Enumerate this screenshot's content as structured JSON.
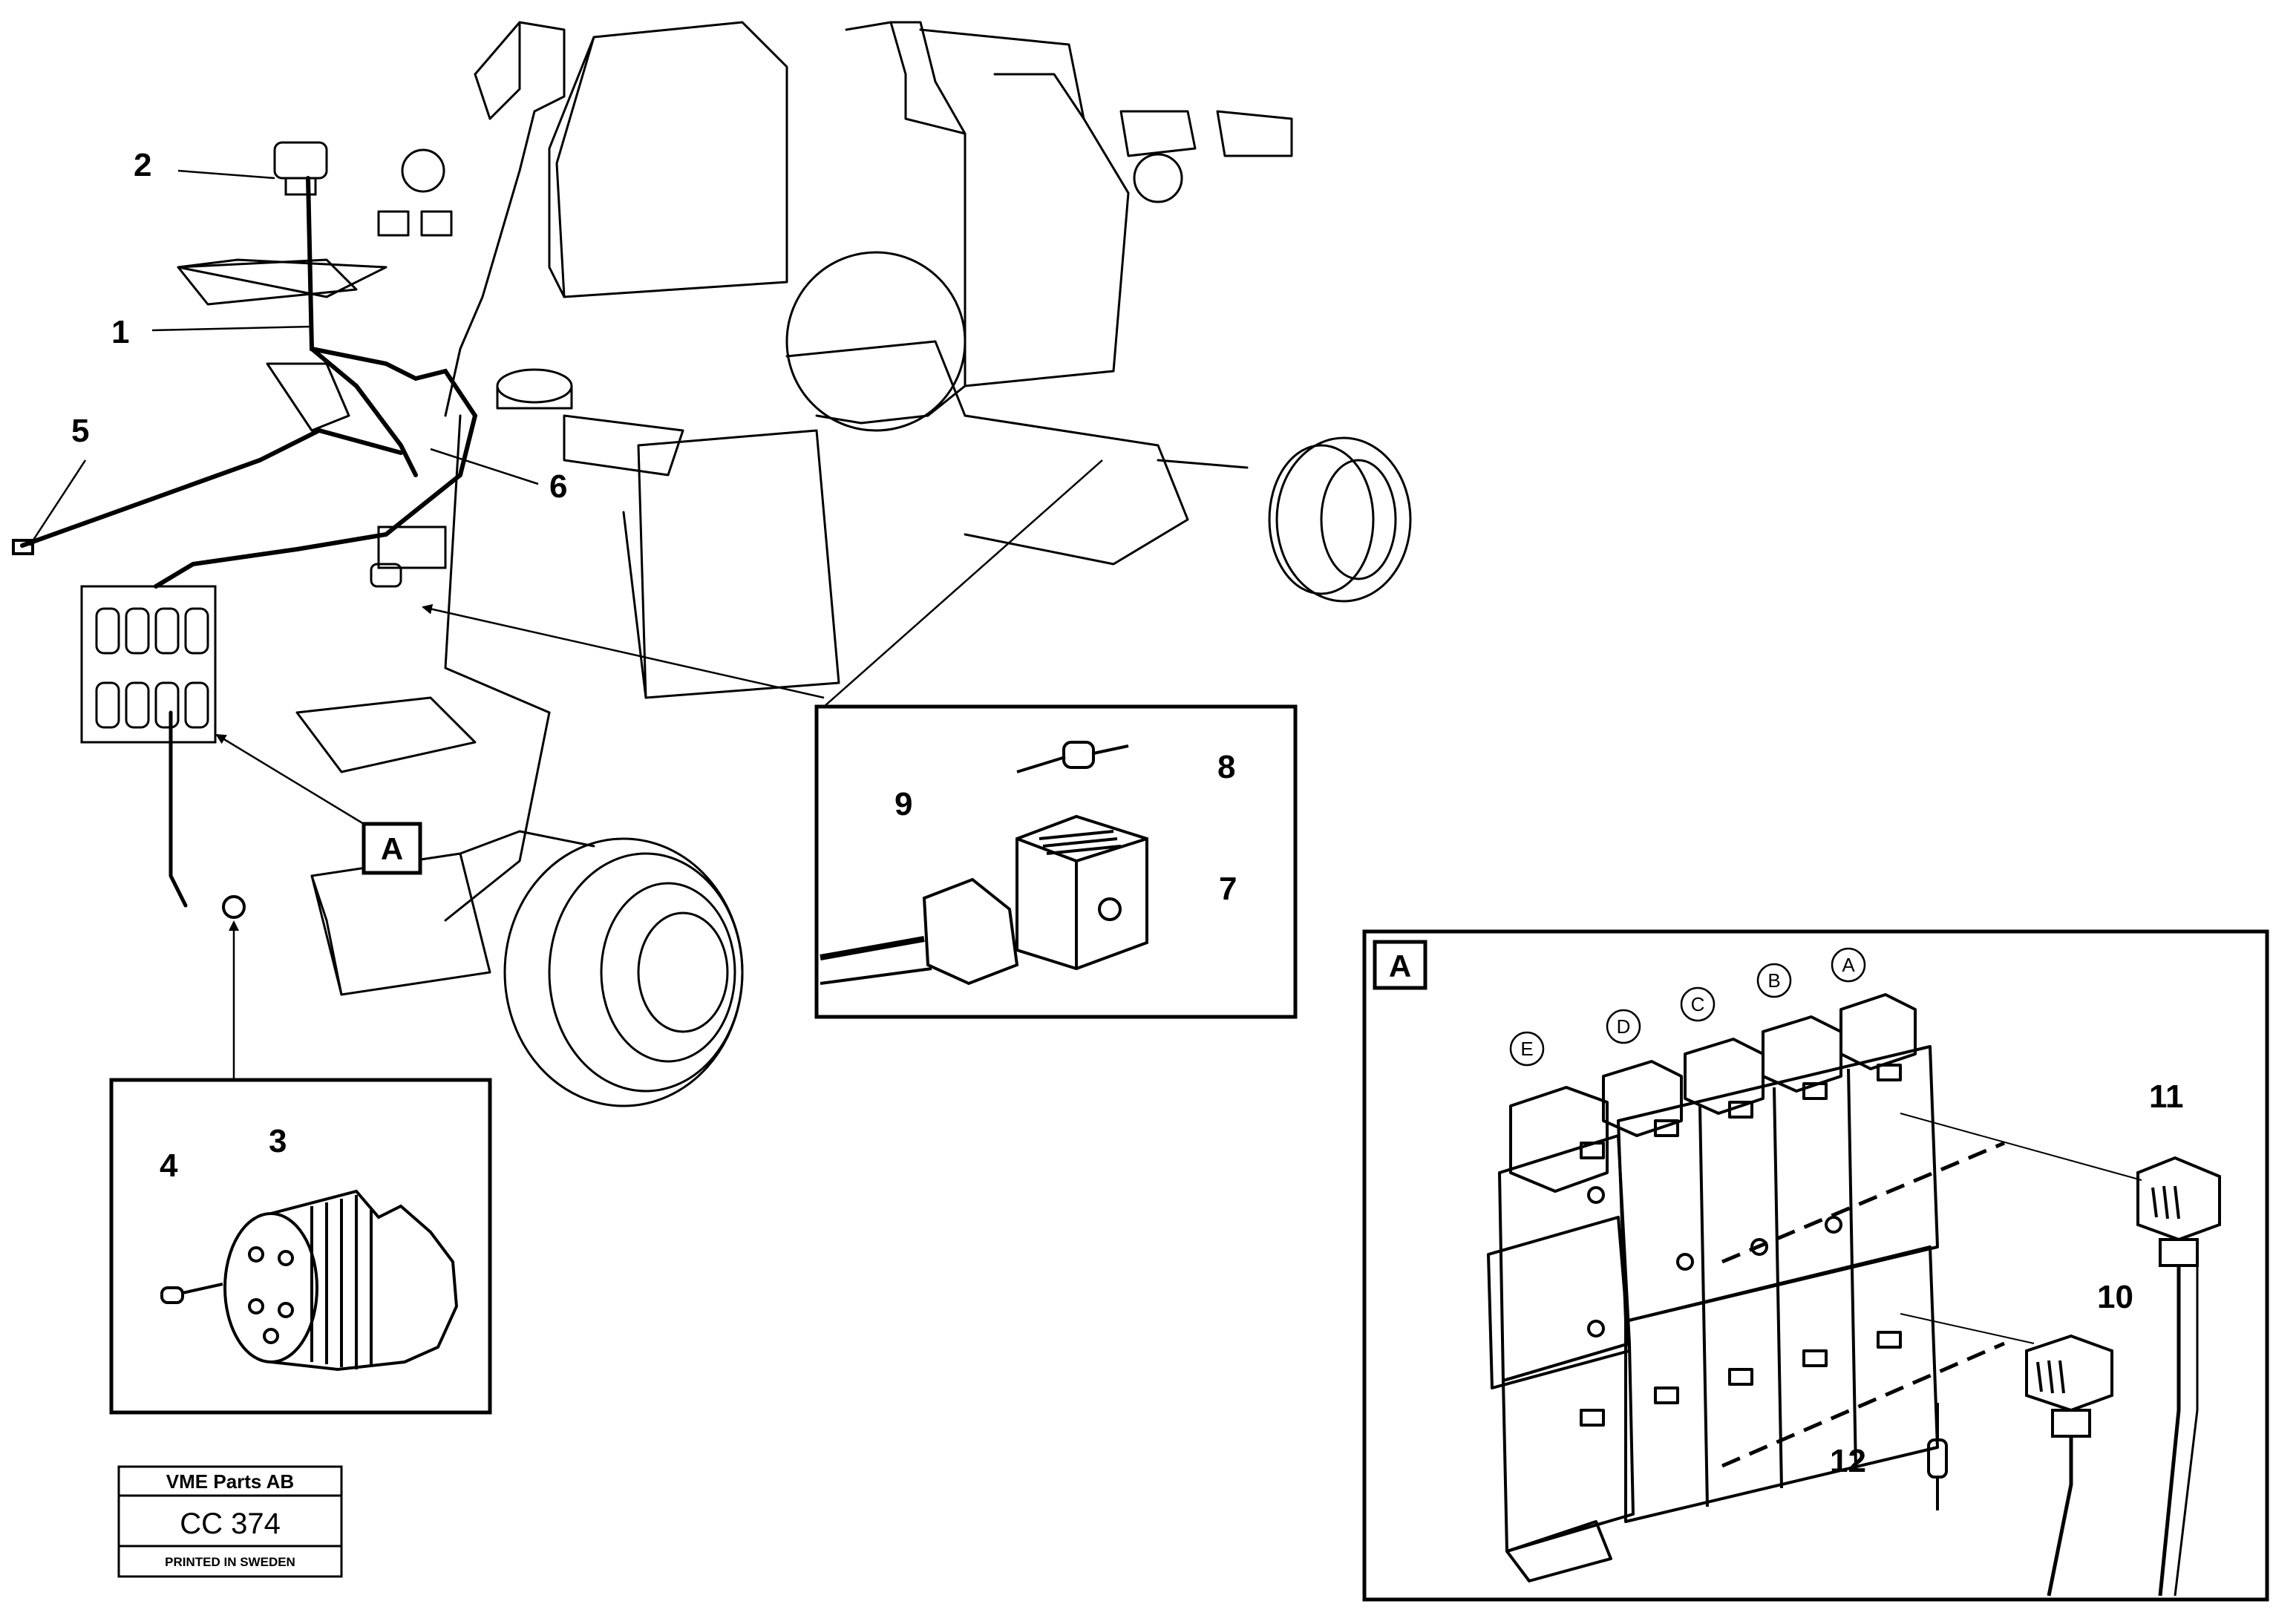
{
  "callouts": {
    "c1": "1",
    "c2": "2",
    "c3": "3",
    "c4": "4",
    "c5": "5",
    "c6": "6",
    "c7": "7",
    "c8": "8",
    "c9": "9",
    "c10": "10",
    "c11": "11",
    "c12": "12"
  },
  "detail_refs": {
    "main_marker": "A",
    "inset_a_label": "A"
  },
  "valve_labels": [
    "E",
    "D",
    "C",
    "B",
    "A"
  ],
  "stamp": {
    "company": "VME Parts AB",
    "code": "CC 374",
    "note": "PRINTED IN SWEDEN"
  }
}
